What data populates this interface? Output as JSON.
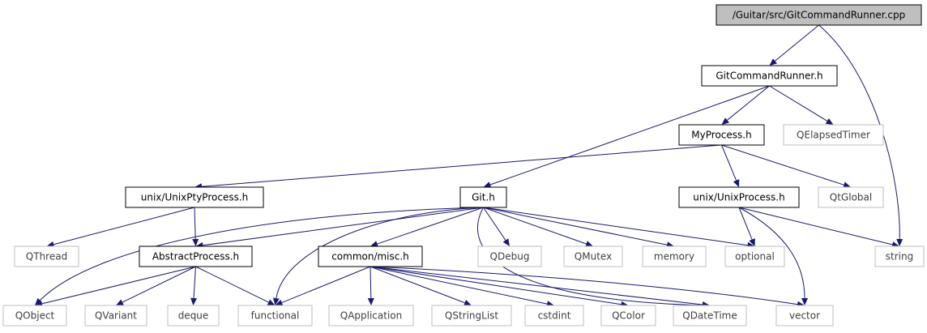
{
  "nodes": [
    {
      "id": "n0",
      "label": "/Guitar/src/GitCommandRunner.cpp",
      "style": "root"
    },
    {
      "id": "n1",
      "label": "GitCommandRunner.h",
      "style": "internal"
    },
    {
      "id": "n2",
      "label": "string",
      "style": "external"
    },
    {
      "id": "n3",
      "label": "MyProcess.h",
      "style": "internal"
    },
    {
      "id": "n4",
      "label": "QElapsedTimer",
      "style": "external"
    },
    {
      "id": "n5",
      "label": "Git.h",
      "style": "internal"
    },
    {
      "id": "n6",
      "label": "unix/UnixPtyProcess.h",
      "style": "internal"
    },
    {
      "id": "n7",
      "label": "unix/UnixProcess.h",
      "style": "internal"
    },
    {
      "id": "n8",
      "label": "QtGlobal",
      "style": "external"
    },
    {
      "id": "n9",
      "label": "QThread",
      "style": "external"
    },
    {
      "id": "n10",
      "label": "AbstractProcess.h",
      "style": "internal"
    },
    {
      "id": "n11",
      "label": "common/misc.h",
      "style": "internal"
    },
    {
      "id": "n12",
      "label": "QDebug",
      "style": "external"
    },
    {
      "id": "n13",
      "label": "QMutex",
      "style": "external"
    },
    {
      "id": "n14",
      "label": "memory",
      "style": "external"
    },
    {
      "id": "n15",
      "label": "optional",
      "style": "external"
    },
    {
      "id": "n16",
      "label": "QObject",
      "style": "external"
    },
    {
      "id": "n17",
      "label": "QVariant",
      "style": "external"
    },
    {
      "id": "n18",
      "label": "deque",
      "style": "external"
    },
    {
      "id": "n19",
      "label": "functional",
      "style": "external"
    },
    {
      "id": "n20",
      "label": "QApplication",
      "style": "external"
    },
    {
      "id": "n21",
      "label": "QStringList",
      "style": "external"
    },
    {
      "id": "n22",
      "label": "cstdint",
      "style": "external"
    },
    {
      "id": "n23",
      "label": "QColor",
      "style": "external"
    },
    {
      "id": "n24",
      "label": "QDateTime",
      "style": "external"
    },
    {
      "id": "n25",
      "label": "vector",
      "style": "external"
    }
  ],
  "edges": [
    [
      "n0",
      "n1"
    ],
    [
      "n0",
      "n2"
    ],
    [
      "n1",
      "n3"
    ],
    [
      "n1",
      "n4"
    ],
    [
      "n1",
      "n5"
    ],
    [
      "n3",
      "n6"
    ],
    [
      "n3",
      "n7"
    ],
    [
      "n3",
      "n8"
    ],
    [
      "n6",
      "n9"
    ],
    [
      "n6",
      "n10"
    ],
    [
      "n5",
      "n16"
    ],
    [
      "n5",
      "n19"
    ],
    [
      "n5",
      "n10"
    ],
    [
      "n5",
      "n11"
    ],
    [
      "n5",
      "n12"
    ],
    [
      "n5",
      "n13"
    ],
    [
      "n5",
      "n14"
    ],
    [
      "n5",
      "n15"
    ],
    [
      "n5",
      "n24"
    ],
    [
      "n7",
      "n15"
    ],
    [
      "n7",
      "n2"
    ],
    [
      "n7",
      "n25"
    ],
    [
      "n10",
      "n16"
    ],
    [
      "n10",
      "n17"
    ],
    [
      "n10",
      "n18"
    ],
    [
      "n10",
      "n19"
    ],
    [
      "n11",
      "n19"
    ],
    [
      "n11",
      "n20"
    ],
    [
      "n11",
      "n21"
    ],
    [
      "n11",
      "n22"
    ],
    [
      "n11",
      "n23"
    ],
    [
      "n11",
      "n24"
    ],
    [
      "n11",
      "n25"
    ]
  ],
  "colors": {
    "edge": "#191970",
    "root_fill": "#bfbfbf",
    "internal_fill": "#ffffff",
    "internal_stroke": "#000000",
    "external_stroke": "#bfbfbf",
    "external_text": "#404040"
  }
}
